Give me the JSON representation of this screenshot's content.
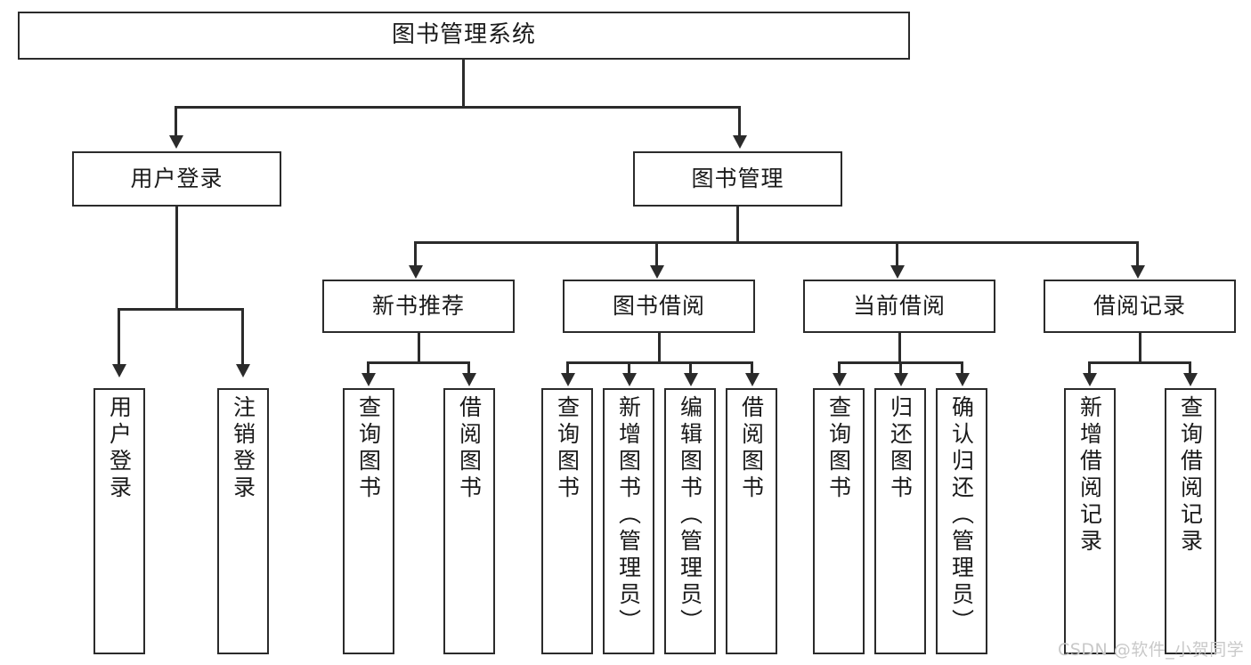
{
  "diagram": {
    "type": "tree-hierarchy",
    "title": "图书管理系统",
    "root": {
      "id": "root",
      "label": "图书管理系统"
    },
    "level2": [
      {
        "id": "user-login",
        "label": "用户登录"
      },
      {
        "id": "book-management",
        "label": "图书管理"
      }
    ],
    "level3": [
      {
        "id": "new-book-recommend",
        "label": "新书推荐"
      },
      {
        "id": "book-borrow",
        "label": "图书借阅"
      },
      {
        "id": "current-borrow",
        "label": "当前借阅"
      },
      {
        "id": "borrow-record",
        "label": "借阅记录"
      }
    ],
    "leaves": {
      "user_login": [
        {
          "id": "leaf-user-login",
          "label": "用户登录"
        },
        {
          "id": "leaf-logout-login",
          "label": "注销登录"
        }
      ],
      "new_book_recommend": [
        {
          "id": "leaf-query-book-1",
          "label": "查询图书"
        },
        {
          "id": "leaf-borrow-book-1",
          "label": "借阅图书"
        }
      ],
      "book_borrow": [
        {
          "id": "leaf-query-book-2",
          "label": "查询图书"
        },
        {
          "id": "leaf-add-book",
          "label": "新增图书（管理员）"
        },
        {
          "id": "leaf-edit-book",
          "label": "编辑图书（管理员）"
        },
        {
          "id": "leaf-borrow-book-2",
          "label": "借阅图书"
        }
      ],
      "current_borrow": [
        {
          "id": "leaf-query-book-3",
          "label": "查询图书"
        },
        {
          "id": "leaf-return-book",
          "label": "归还图书"
        },
        {
          "id": "leaf-confirm-return",
          "label": "确认归还（管理员）"
        }
      ],
      "borrow_record": [
        {
          "id": "leaf-add-record",
          "label": "新增借阅记录"
        },
        {
          "id": "leaf-query-record",
          "label": "查询借阅记录"
        }
      ]
    }
  },
  "watermark": {
    "text": "CSDN @软件_小贺同学"
  },
  "colors": {
    "stroke": "#2b2b2b",
    "fill": "#ffffff",
    "text": "#1a1a1a",
    "watermark": "#c9c9c9"
  }
}
